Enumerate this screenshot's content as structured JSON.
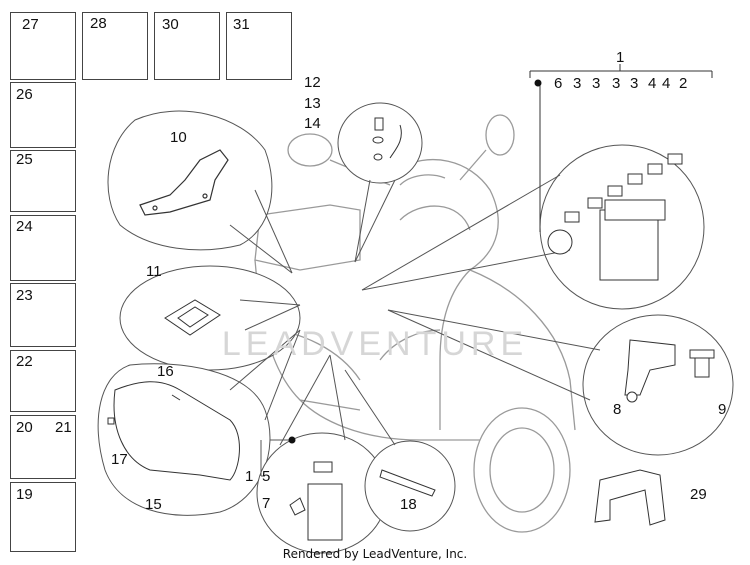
{
  "diagram": {
    "watermark": "LEADVENTURE",
    "footer": "Rendered by LeadVenture, Inc.",
    "part_labels": {
      "p1": "1",
      "p2": "2",
      "p3a": "3",
      "p3b": "3",
      "p3c": "3",
      "p3d": "3",
      "p4a": "4",
      "p4b": "4",
      "p5": "5",
      "p6": "6",
      "p7": "7",
      "p8": "8",
      "p9": "9",
      "p10": "10",
      "p11": "11",
      "p12": "12",
      "p13": "13",
      "p14": "14",
      "p15": "15",
      "p16": "16",
      "p17": "17",
      "p18": "18",
      "p19": "19",
      "p20": "20",
      "p21": "21",
      "p22": "22",
      "p23": "23",
      "p24": "24",
      "p25": "25",
      "p26": "26",
      "p27": "27",
      "p28": "28",
      "p29": "29",
      "p30": "30",
      "p31": "31",
      "bracket_1": "1"
    }
  }
}
